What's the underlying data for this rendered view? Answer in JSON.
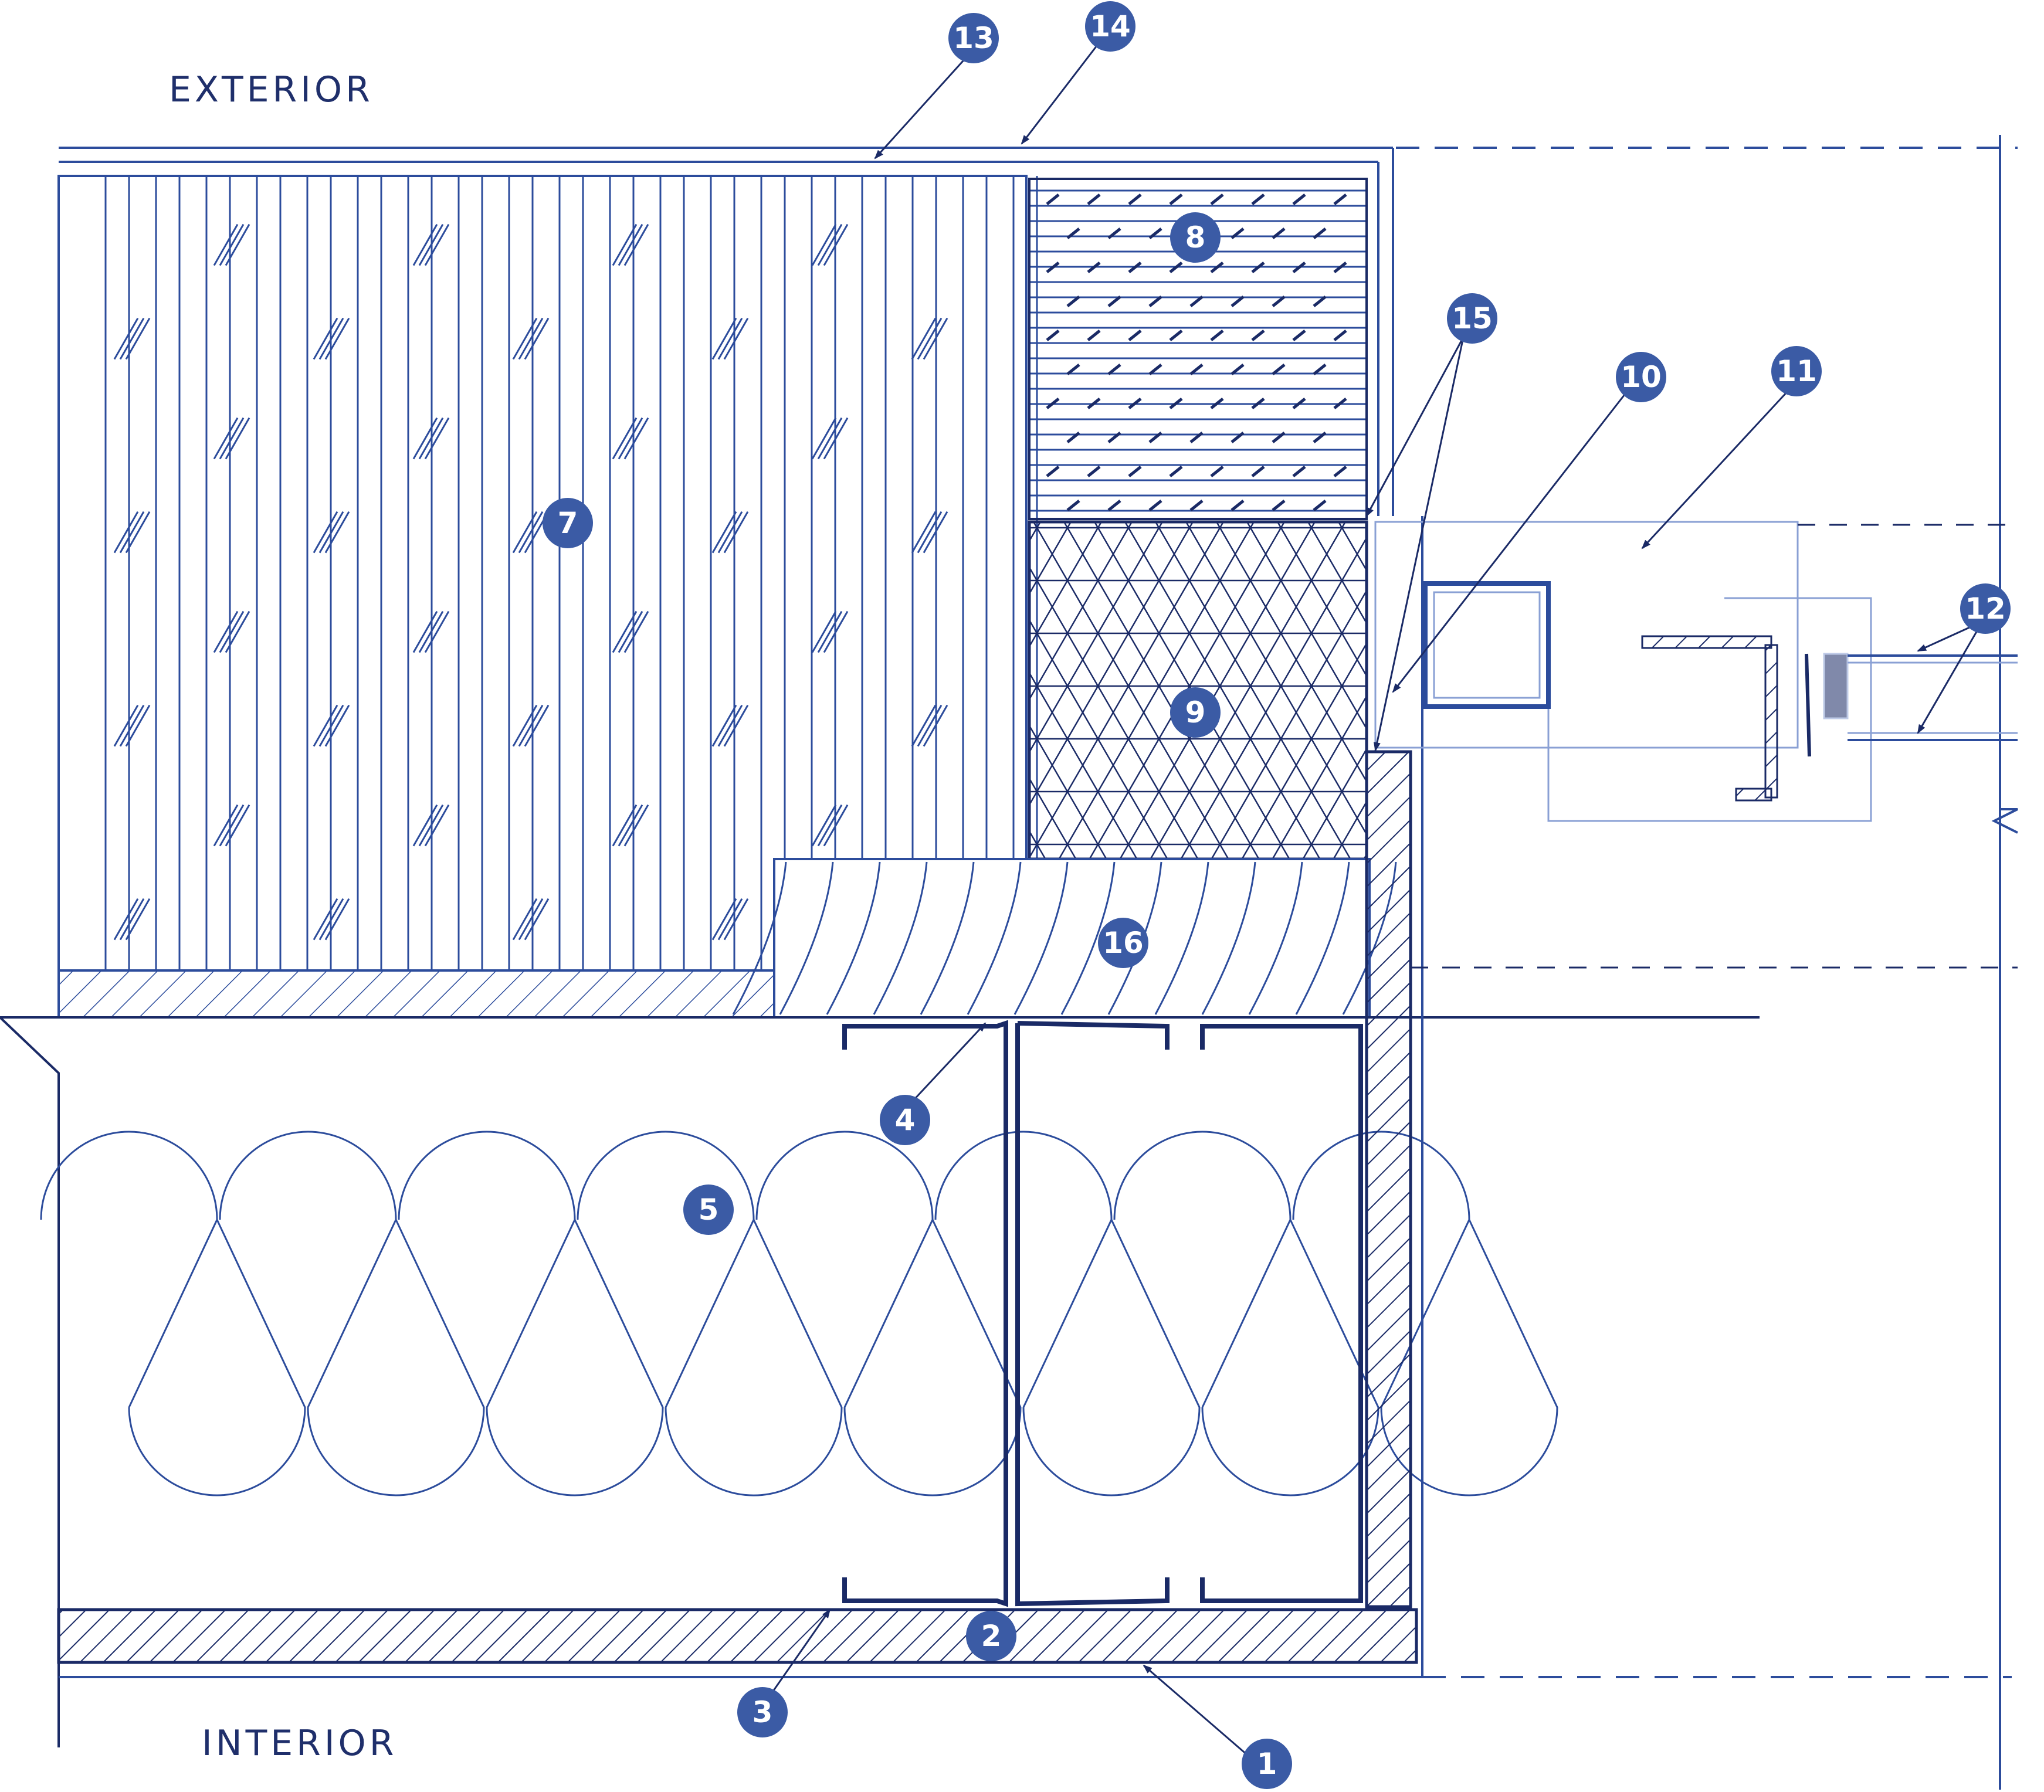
{
  "labels": {
    "exterior": "EXTERIOR",
    "interior": "INTERIOR"
  },
  "callouts": [
    "1",
    "2",
    "3",
    "4",
    "5",
    "7",
    "8",
    "9",
    "10",
    "11",
    "12",
    "13",
    "14",
    "15",
    "16"
  ],
  "colors": {
    "line": "#2c4c9c",
    "dark": "#1a2a66",
    "callout_fill": "#3b5ba5",
    "callout_text": "#ffffff",
    "text": "#1f2f6b"
  }
}
